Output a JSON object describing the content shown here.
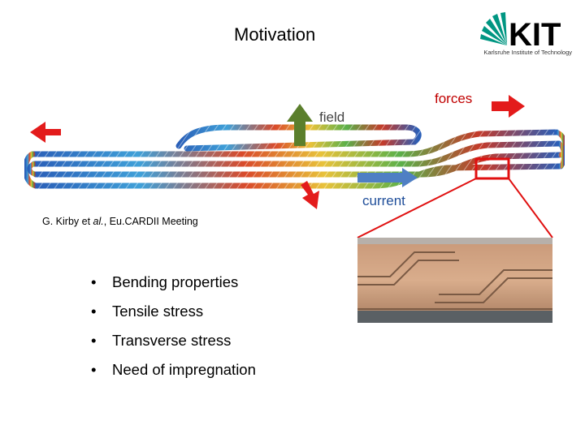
{
  "slide": {
    "title": "Motivation"
  },
  "logo": {
    "wordmark": "KIT",
    "subtitle": "Karlsruhe Institute of Technology",
    "accent_color": "#009682"
  },
  "labels": {
    "field": "field",
    "forces": "forces",
    "current": "current"
  },
  "citation": {
    "author": "G. Kirby et ",
    "etal": "al.",
    "rest": ", Eu.CARDII Meeting"
  },
  "bullets": [
    "Bending properties",
    "Tensile stress",
    "Transverse stress",
    "Need of impregnation"
  ],
  "colors": {
    "force_arrow": "#e31b1b",
    "field_arrow": "#5b7f2c",
    "current_arrow": "#4f7fc4",
    "zoom_box": "#e01010"
  }
}
